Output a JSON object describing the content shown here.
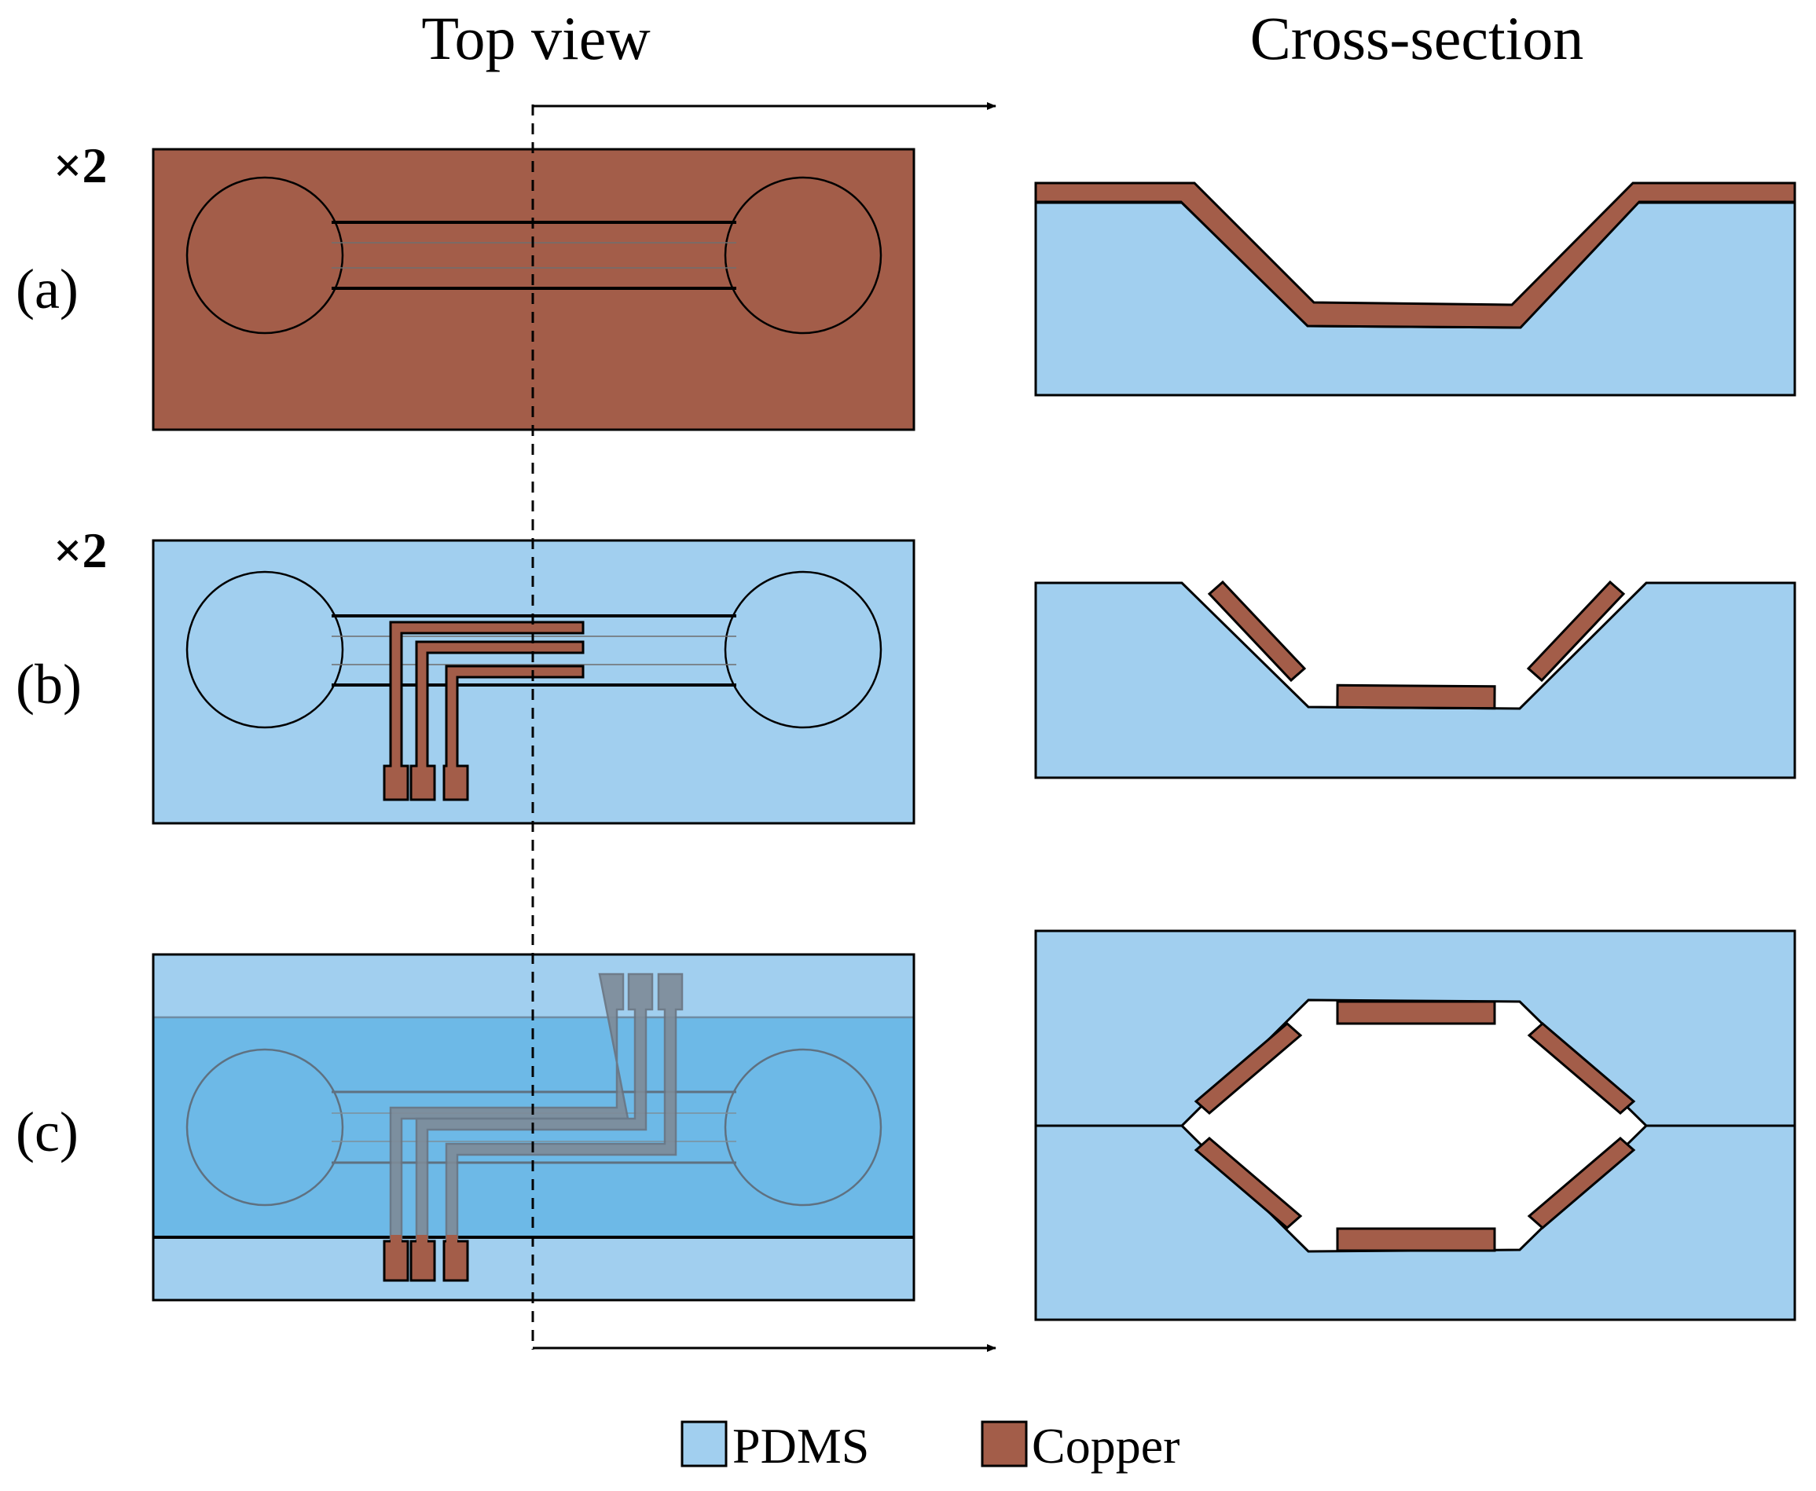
{
  "headings": {
    "top_view": "Top view",
    "cross_section": "Cross-section"
  },
  "panels": [
    {
      "label": "(a)",
      "multiplier": "×2"
    },
    {
      "label": "(b)",
      "multiplier": "×2"
    },
    {
      "label": "(c)",
      "multiplier": ""
    }
  ],
  "legend": [
    {
      "name": "PDMS",
      "color": "#a1cfef"
    },
    {
      "name": "Copper",
      "color": "#a35d49"
    }
  ],
  "colors": {
    "pdms": "#a1cfef",
    "pdms_overlap": "#6db9e7",
    "copper": "#a35d49",
    "copper_buried": "#7e8b98",
    "outline": "#000000"
  }
}
